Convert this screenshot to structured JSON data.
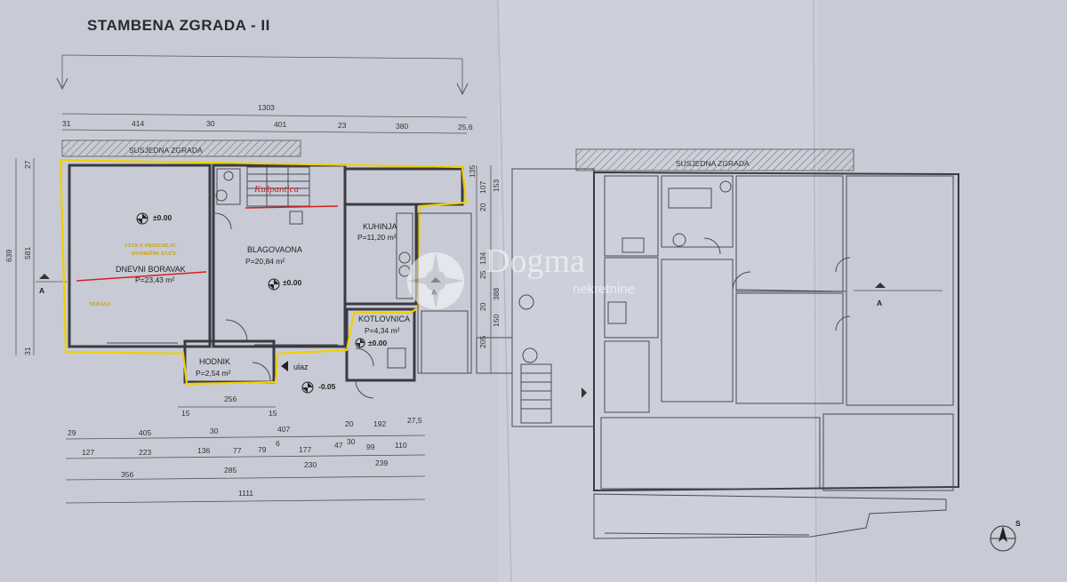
{
  "title": "STAMBENA ZGRADA - II",
  "neighbor_label": "SUSJEDNA ZGRADA",
  "section_marker": "A",
  "north_marker": "S",
  "dimensions": {
    "top_total": "1303",
    "top_row": [
      "31",
      "414",
      "30",
      "401",
      "23",
      "380",
      "25,6"
    ],
    "left_total": "639",
    "left_inner": "581",
    "left_top": "27",
    "left_bottom": "31",
    "mid_col": [
      "135",
      "107",
      "20",
      "153",
      "134",
      "25",
      "20",
      "388",
      "150",
      "205"
    ],
    "bottom_small": [
      "15",
      "256",
      "15"
    ],
    "row1": [
      "29",
      "405",
      "30",
      "407",
      "20",
      "192",
      "27,5"
    ],
    "row2": [
      "127",
      "223",
      "136",
      "77",
      "79",
      "6",
      "177",
      "47",
      "30",
      "99",
      "110"
    ],
    "row3": [
      "356",
      "285",
      "230",
      "239"
    ],
    "row4": "1111"
  },
  "rooms": {
    "dnevni": {
      "name": "DNEVNI BORAVAK",
      "area": "P=23,43 m²",
      "level": "±0.00"
    },
    "blagovaona": {
      "name": "BLAGOVAONA",
      "area": "P=20,84 m²",
      "level": "±0.00"
    },
    "kuhinja": {
      "name": "KUHINJA",
      "area": "P=11,20 m²"
    },
    "kotlovnica": {
      "name": "KOTLOVNICA",
      "area": "P=4,34 m²",
      "level": "±0.00"
    },
    "hodnik": {
      "name": "HODNIK",
      "area": "P=2,54 m²"
    },
    "ulaz": "ulaz",
    "ulaz_level": "-0.05"
  },
  "annotations": {
    "stan_line1": "STAN U PRIZEMLJU",
    "stan_line2": "DVORIŠNE KUĆE",
    "terasa": "TERASA",
    "red_note": "Kušpantica"
  },
  "watermark": {
    "brand": "Dogma",
    "sub": "nekretnine"
  },
  "colors": {
    "paper": "#c9ccd6",
    "outline_yellow": "#f0d000",
    "red_mark": "#d42020",
    "walls": "#3a3a42"
  }
}
